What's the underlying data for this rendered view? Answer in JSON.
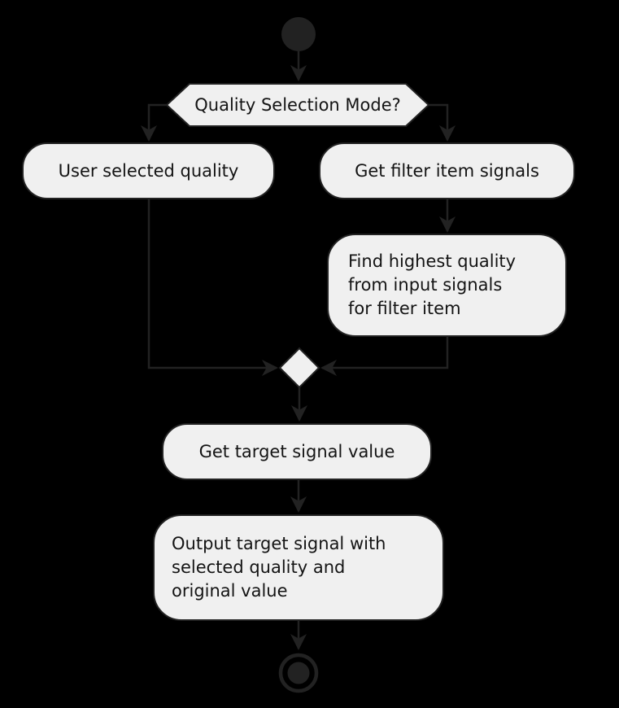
{
  "diagram": {
    "type": "activity-flowchart",
    "colors": {
      "background": "#000000",
      "node_fill": "#f0f0f0",
      "line": "#222222",
      "text": "#141414"
    },
    "decision": {
      "label": "Quality Selection Mode?"
    },
    "activities": {
      "user_selected_quality": {
        "label": "User selected quality"
      },
      "get_filter_item_signals": {
        "label": "Get filter item signals"
      },
      "find_highest_quality": {
        "lines": [
          "Find highest quality",
          "from input signals",
          "for filter item"
        ]
      },
      "get_target_signal_value": {
        "label": "Get target signal value"
      },
      "output_target_signal": {
        "lines": [
          "Output target signal with",
          "selected quality and",
          "original value"
        ]
      }
    }
  }
}
